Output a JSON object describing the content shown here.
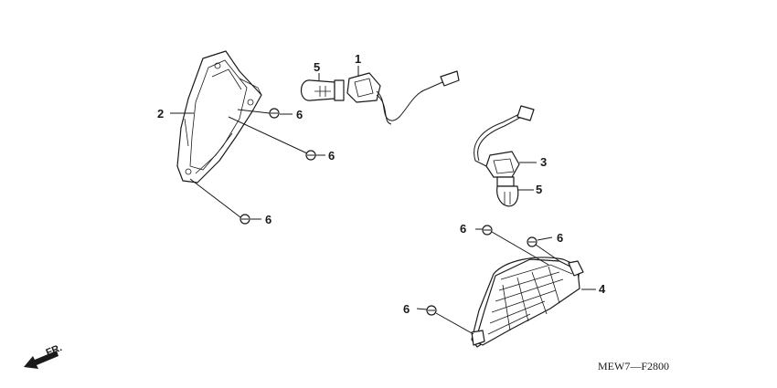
{
  "diagram": {
    "callouts": {
      "c1": "1",
      "c2": "2",
      "c3": "3",
      "c4": "4",
      "c5a": "5",
      "c5b": "5",
      "c6a": "6",
      "c6b": "6",
      "c6c": "6",
      "c6d": "6",
      "c6e": "6",
      "c6f": "6"
    },
    "direction_label": "FR.",
    "drawing_code": "MEW7—F2800"
  }
}
